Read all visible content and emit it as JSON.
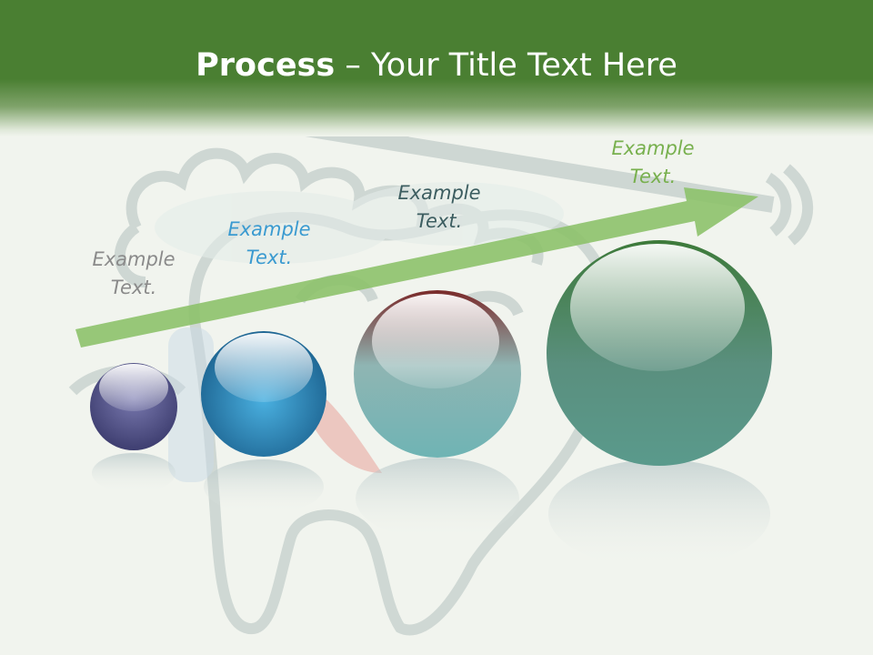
{
  "title": {
    "bold": "Process",
    "rest": " – Your Title Text Here"
  },
  "steps": [
    {
      "label": "Example Text.",
      "color": "#5a5a8c"
    },
    {
      "label": "Example Text.",
      "color": "#2d86b8"
    },
    {
      "label": "Example Text.",
      "color": "#6f9f9e"
    },
    {
      "label": "Example Text.",
      "color": "#4a8a76"
    }
  ],
  "colors": {
    "header": "#4a7f32",
    "arrow": "#8dc26a"
  },
  "icons": [
    "tooth-toothbrush-illustration",
    "arrow-icon"
  ]
}
